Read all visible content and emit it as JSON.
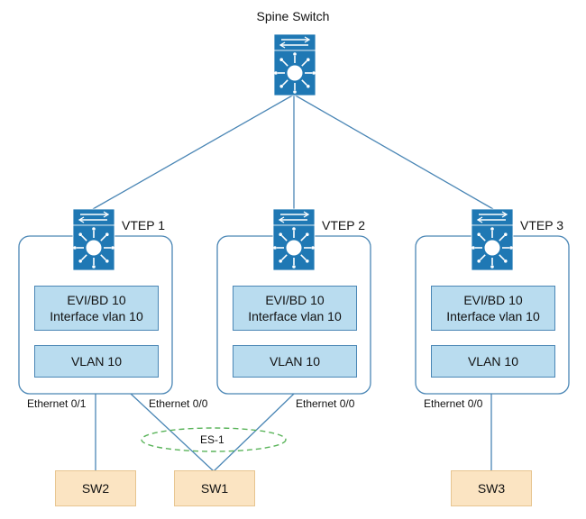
{
  "spine": {
    "title": "Spine Switch",
    "icon": "layer3-switch-icon"
  },
  "colors": {
    "link_line": "#4a86b5",
    "box_border": "#4a86b5",
    "card_fill": "#b9dcef",
    "switch_icon": "#1f78b4",
    "sw_fill": "#fbe4c2",
    "es_ring": "#5ab45a"
  },
  "vteps": [
    {
      "name": "VTEP 1",
      "evi_line1": "EVI/BD 10",
      "evi_line2": "Interface vlan 10",
      "vlan": "VLAN 10",
      "ports": [
        "Ethernet 0/1",
        "Ethernet 0/0"
      ]
    },
    {
      "name": "VTEP 2",
      "evi_line1": "EVI/BD 10",
      "evi_line2": "Interface vlan 10",
      "vlan": "VLAN 10",
      "ports": [
        "Ethernet 0/0"
      ]
    },
    {
      "name": "VTEP 3",
      "evi_line1": "EVI/BD 10",
      "evi_line2": "Interface vlan 10",
      "vlan": "VLAN 10",
      "ports": [
        "Ethernet 0/0"
      ]
    }
  ],
  "ethernet_segment": {
    "label": "ES-1"
  },
  "access_switches": [
    {
      "name": "SW2"
    },
    {
      "name": "SW1"
    },
    {
      "name": "SW3"
    }
  ]
}
